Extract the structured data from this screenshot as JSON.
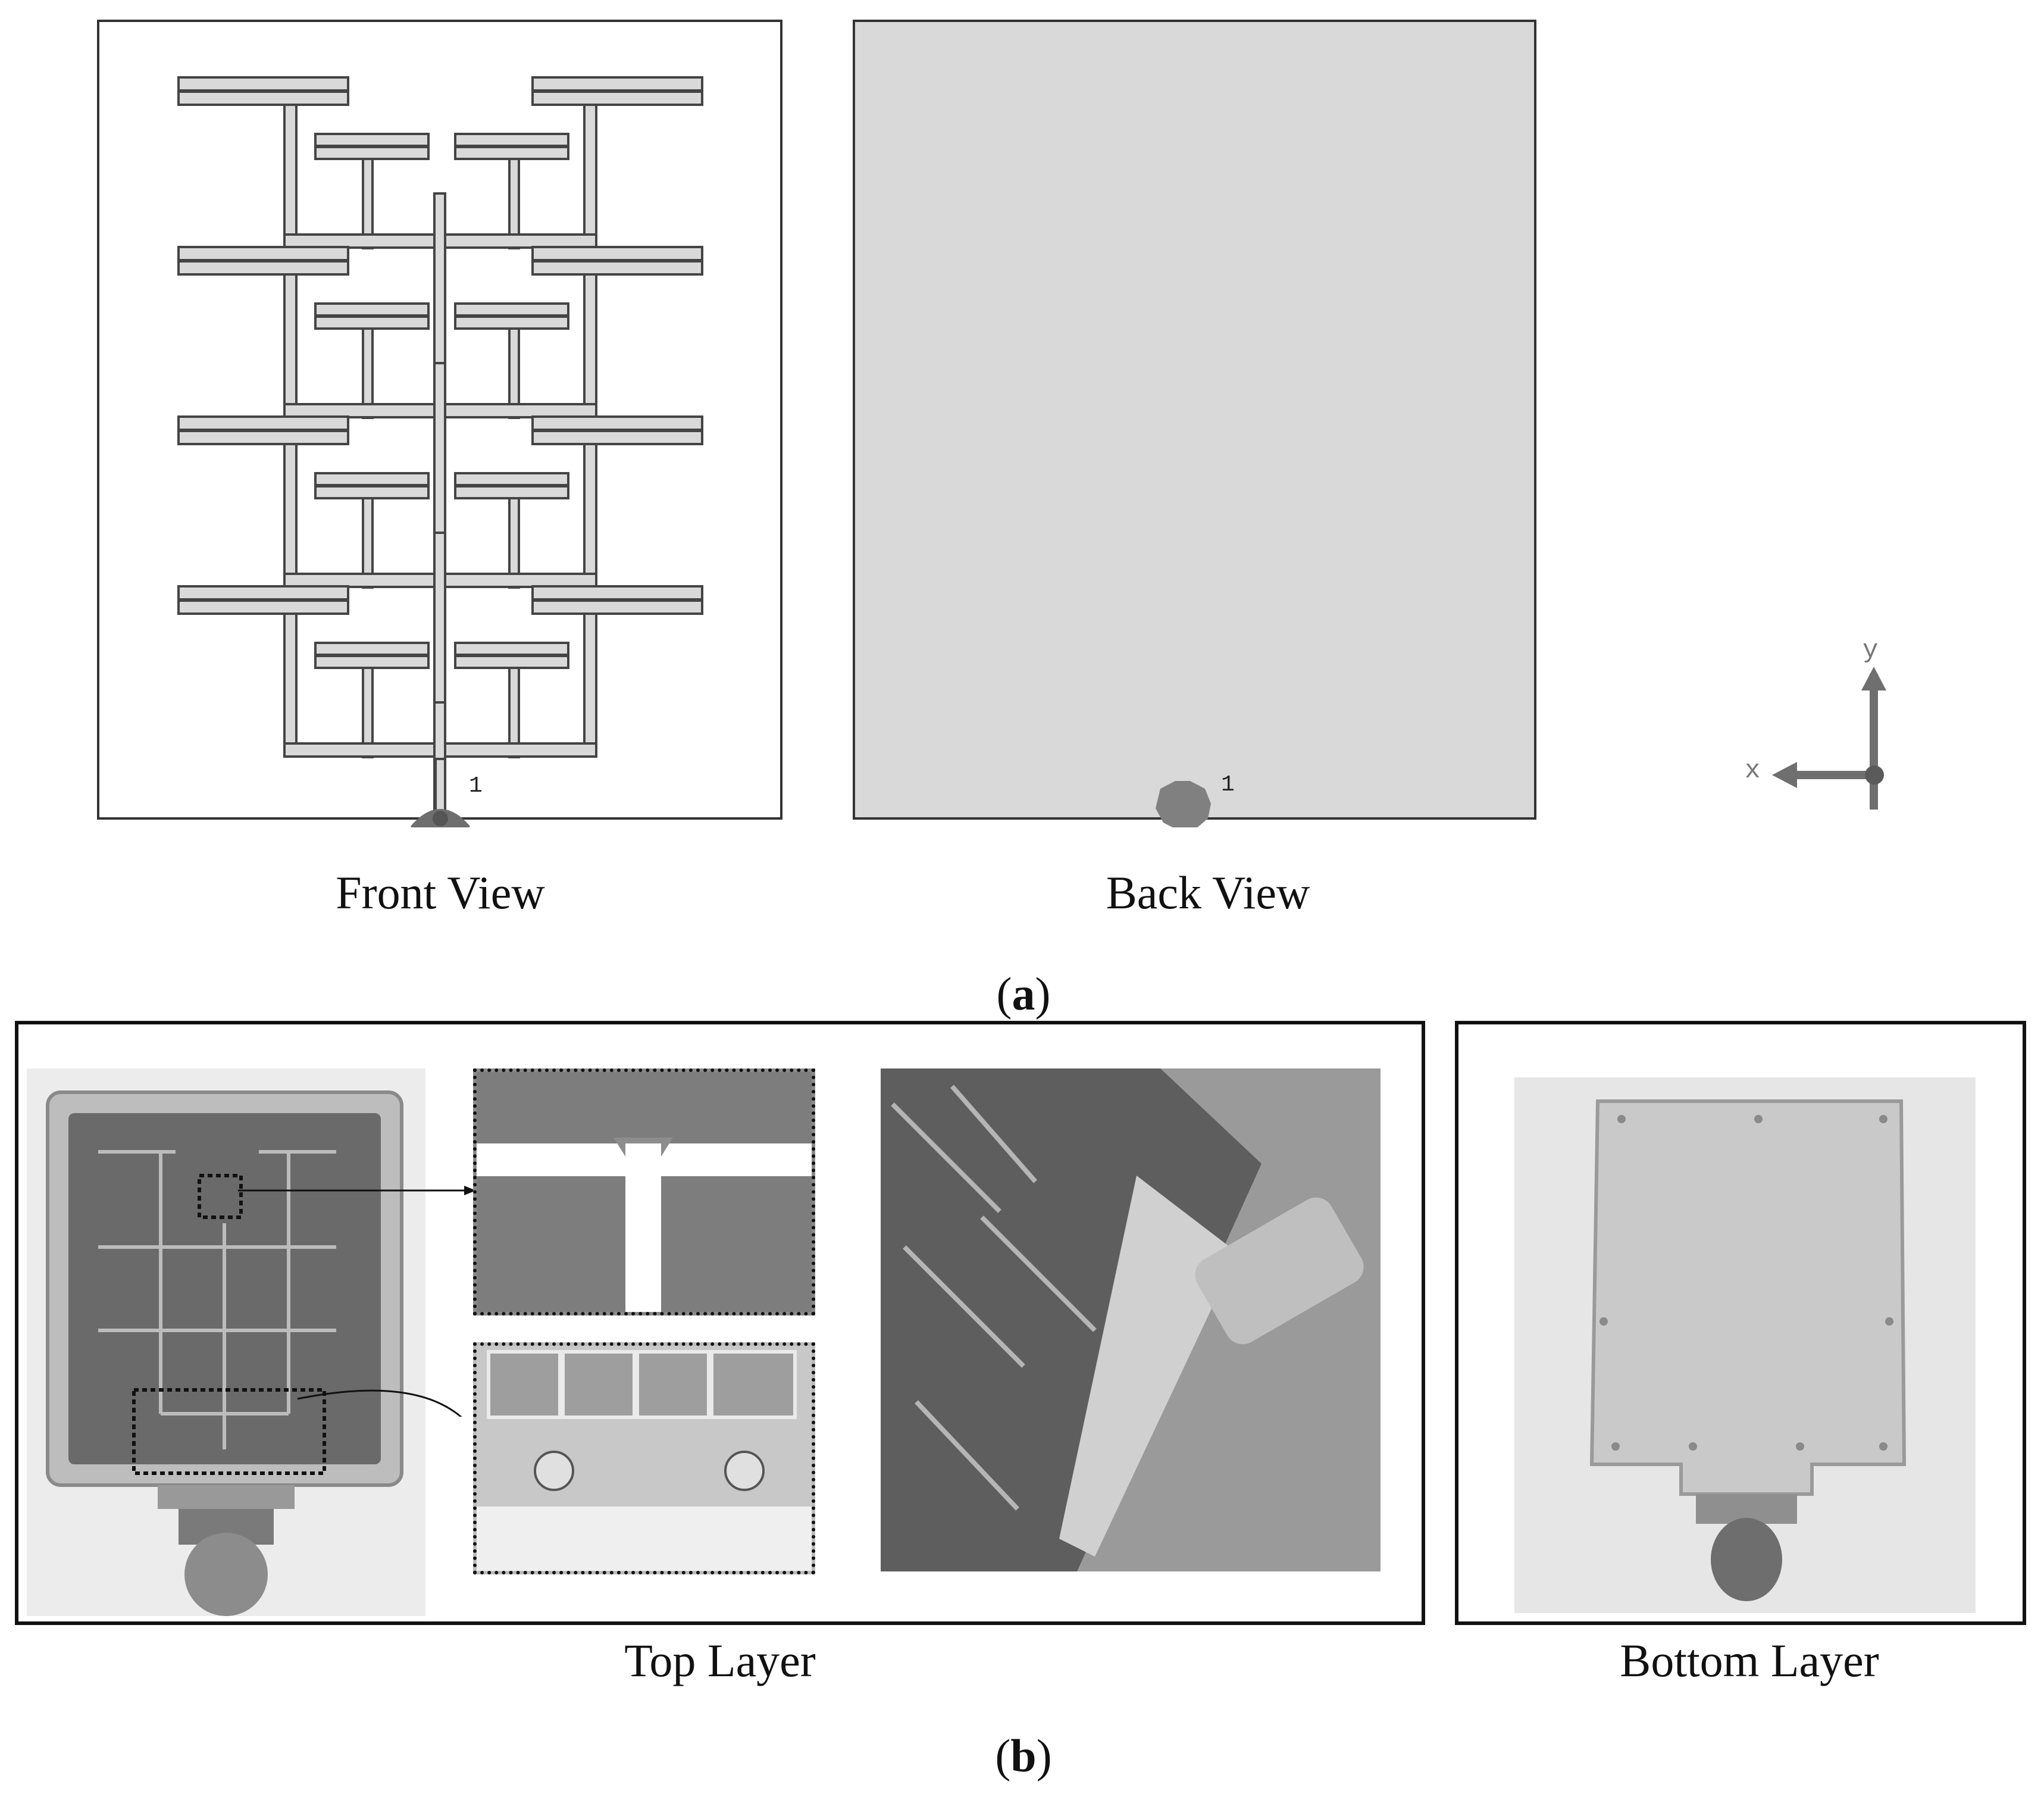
{
  "part_a": {
    "front_view_label": "Front View",
    "back_view_label": "Back View",
    "port_number": "1",
    "axis_x": "x",
    "axis_y": "y",
    "caption_letter": "a"
  },
  "part_b": {
    "top_layer_label": "Top Layer",
    "bottom_layer_label": "Bottom Layer",
    "caption_letter": "b"
  },
  "colors": {
    "trace_fill": "#d9d9d9",
    "trace_stroke": "#444444",
    "ground_plane": "#d9d9d9",
    "port_marker": "#808080",
    "axis_arrow": "#6f6f6f"
  },
  "icons": {
    "axis": "xy-axis-icon",
    "port": "port-marker-icon"
  }
}
